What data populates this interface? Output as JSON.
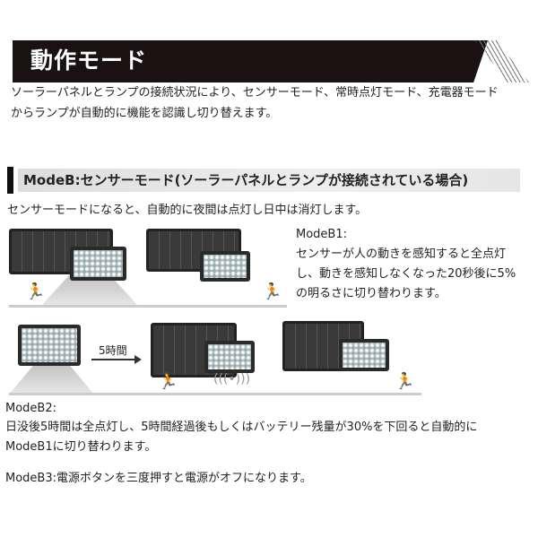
{
  "header": {
    "title": "動作モード"
  },
  "intro": [
    "ソーラーパネルとランプの接続状況により、センサーモード、常時点灯モード、充電器モード",
    "からランプが自動的に機能を認識し切り替えます。"
  ],
  "section": {
    "title": "ModeB:センサーモード(ソーラーパネルとランプが接続されている場合)",
    "lead": "センサーモードになると、自動的に夜間は点灯し日中は消灯します。"
  },
  "modeB1": {
    "label": "ModeB1:",
    "lines": [
      "センサーが人の動きを感知すると全点灯",
      "し、動きを感知しなくなった20秒後に5%",
      "の明るさに切り替わります。"
    ]
  },
  "diagram": {
    "arrow_label": "5時間",
    "runner_icon": "running-person-icon",
    "sensor_icon": "motion-wave-icon"
  },
  "modeB2": {
    "label": "ModeB2:",
    "lines": [
      "日没後5時間は全点灯し、5時間経過後もしくはバッテリー残量が30%を下回ると自動的に",
      "ModeB1に切り替わります。"
    ]
  },
  "modeB3": {
    "text": "ModeB3:電源ボタンを三度押すと電源がオフになります。"
  }
}
